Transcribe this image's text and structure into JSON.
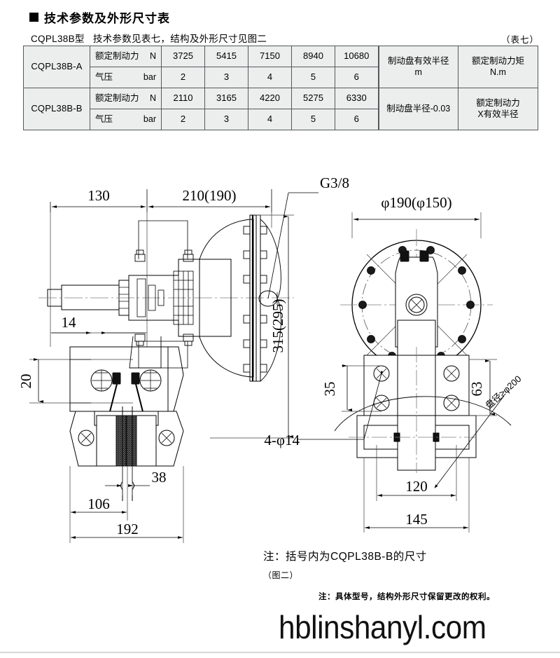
{
  "header": {
    "bullet": "filled-square",
    "title": "技术参数及外形尺寸表",
    "subtitle": "CQPL38B型   技术参数见表七，结构及外形尺寸见图二",
    "table_caption": "（表七）"
  },
  "spec_table": {
    "rows": [
      {
        "model": "CQPL38B-A",
        "lines": [
          {
            "label": "额定制动力",
            "unit": "N",
            "values": [
              "3725",
              "5415",
              "7150",
              "8940",
              "10680"
            ]
          },
          {
            "label": "气压",
            "unit": "bar",
            "values": [
              "2",
              "3",
              "4",
              "5",
              "6"
            ]
          }
        ],
        "effective_radius": "制动盘有效半径\nm",
        "rated_torque": "额定制动力矩\nN.m"
      },
      {
        "model": "CQPL38B-B",
        "lines": [
          {
            "label": "额定制动力",
            "unit": "N",
            "values": [
              "2110",
              "3165",
              "4220",
              "5275",
              "6330"
            ]
          },
          {
            "label": "气压",
            "unit": "bar",
            "values": [
              "2",
              "3",
              "4",
              "5",
              "6"
            ]
          }
        ],
        "effective_radius": "制动盘半径-0.03",
        "rated_torque": "额定制动力\nX有效半径"
      }
    ]
  },
  "drawing": {
    "left_view": {
      "dim_130": "130",
      "dim_210": "210(190)",
      "thread_g38": "G3/8",
      "dim_315": "315(295)",
      "dim_14": "14",
      "dim_20": "20",
      "dim_38": "38",
      "dim_106": "106",
      "dim_192": "192"
    },
    "right_view": {
      "dim_phi190": "φ190(φ150)",
      "dim_35": "35",
      "dim_63": "63",
      "dim_4phi14": "4-φ14",
      "disc_note": "盘径≥φ200",
      "dim_120": "120",
      "dim_145": "145"
    }
  },
  "notes": {
    "bracket_note": "注：括号内为CQPL38B-B的尺寸",
    "figure_caption": "（图二）",
    "rights_note": "注：具体型号，结构外形尺寸保留更改的权利。"
  },
  "watermark": {
    "text": "hblinshanyl.com"
  }
}
